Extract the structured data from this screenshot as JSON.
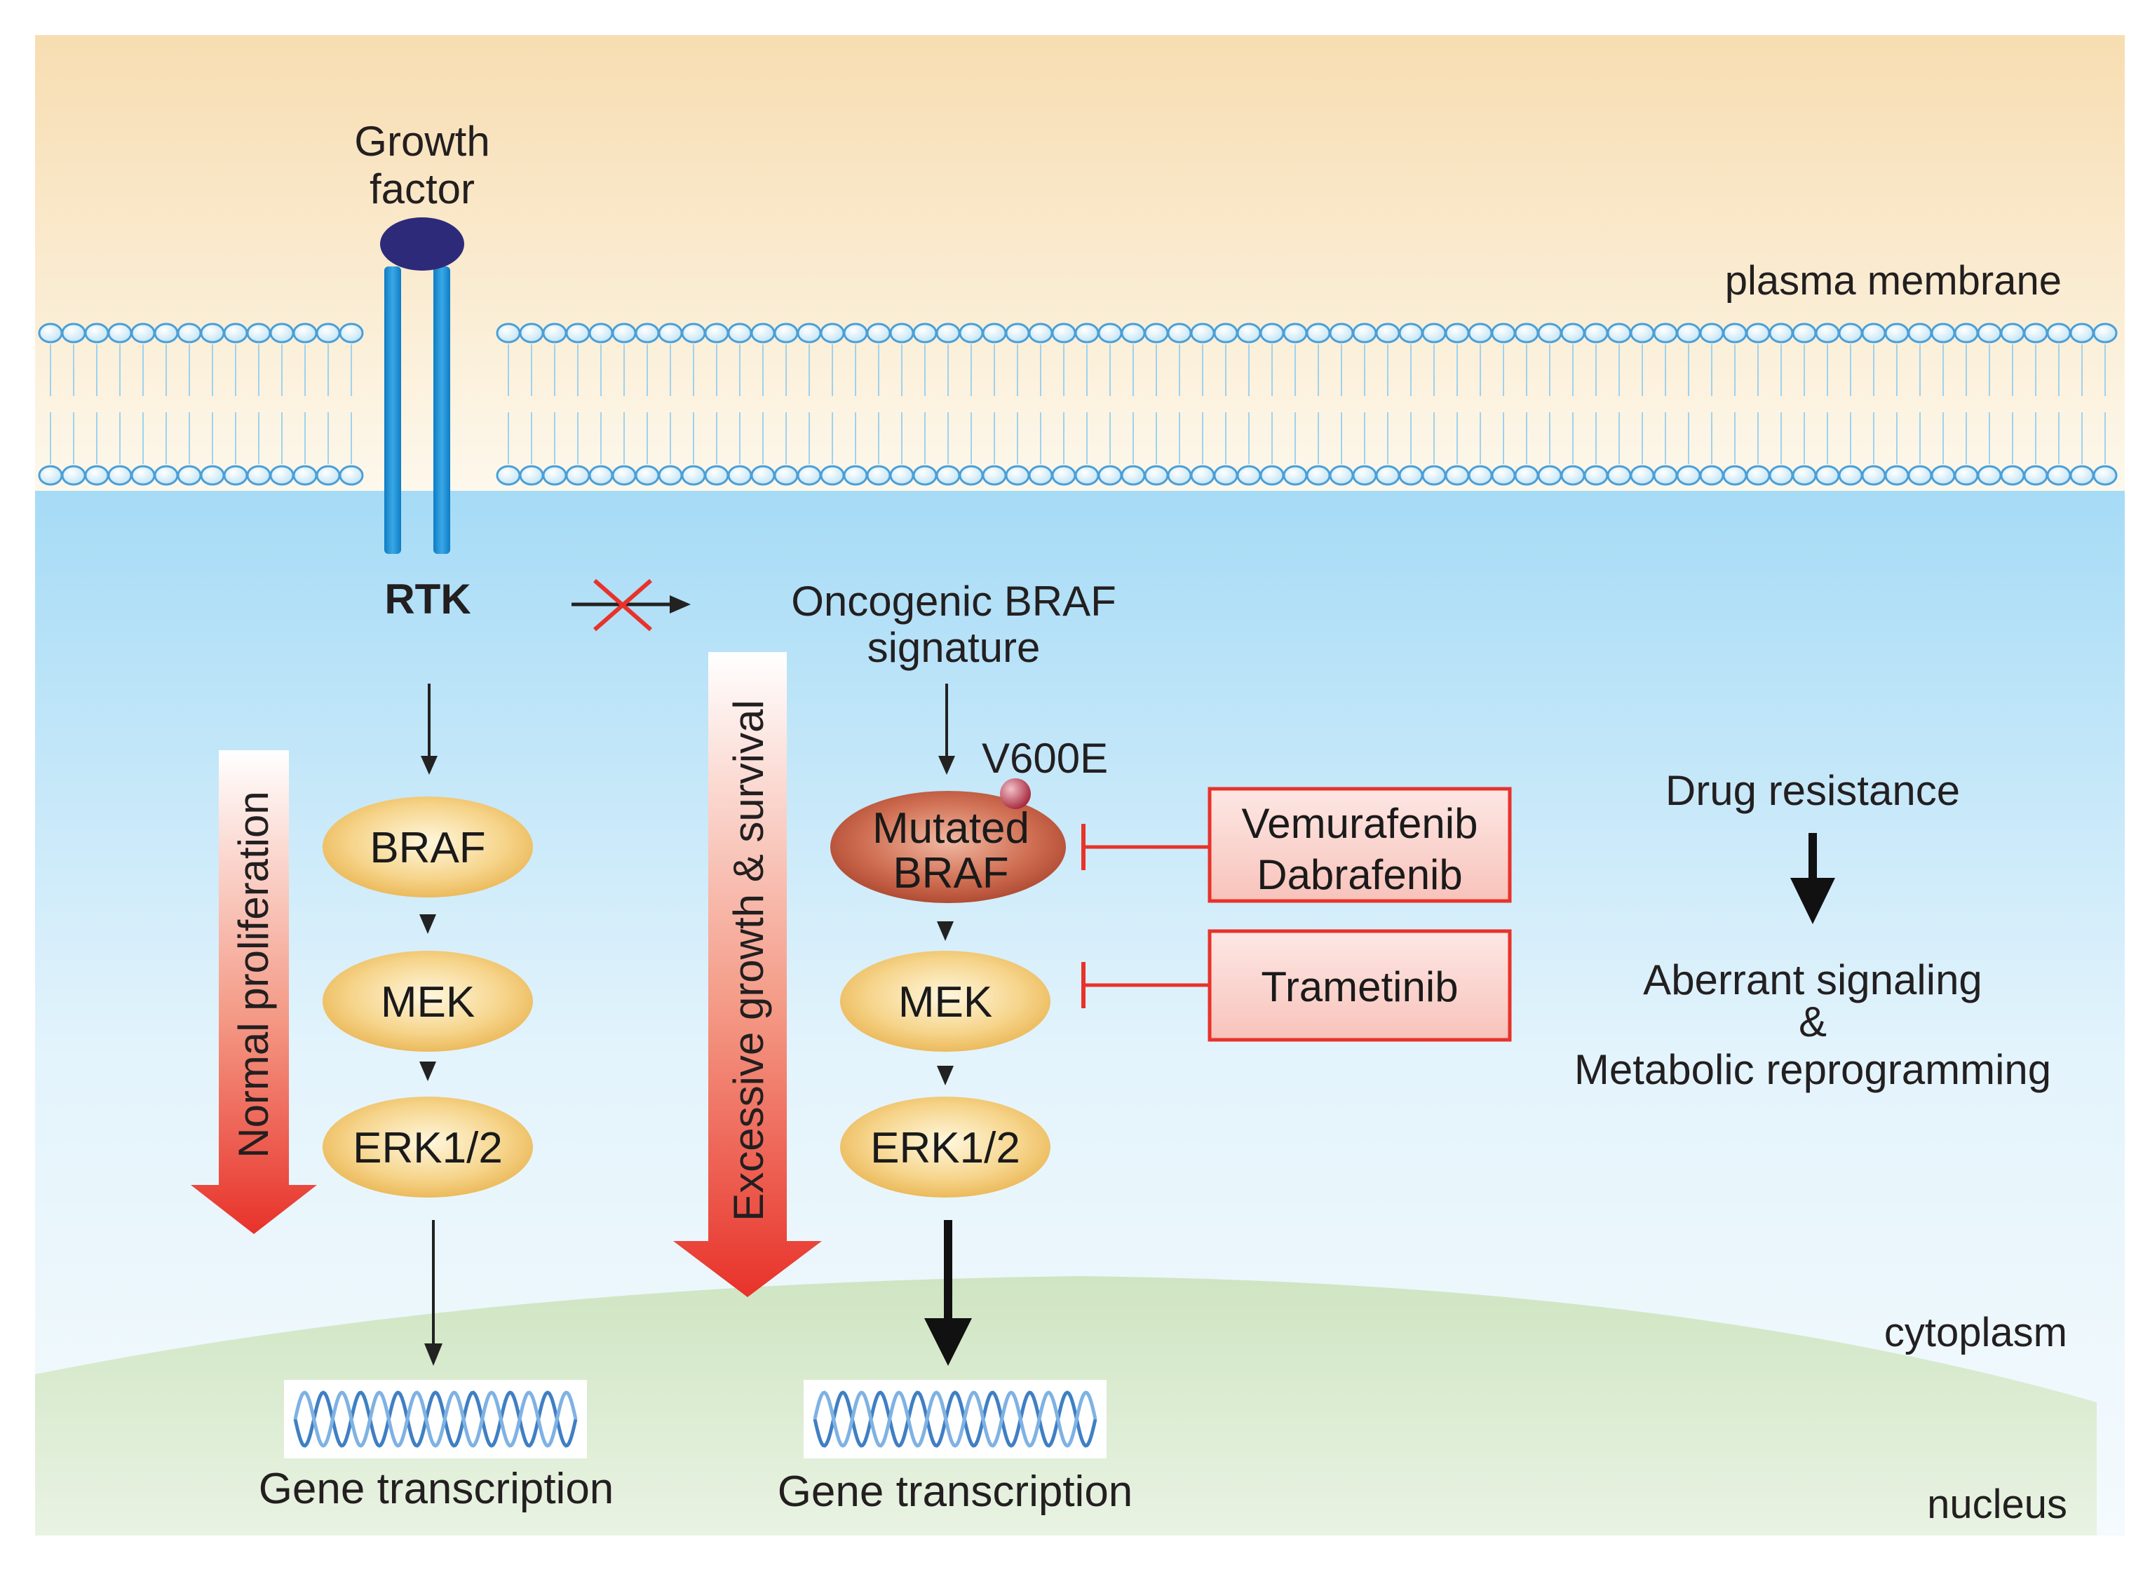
{
  "labels": {
    "growth_factor_line1": "Growth",
    "growth_factor_line2": "factor",
    "plasma_membrane": "plasma membrane",
    "rtk": "RTK",
    "oncogenic_line1": "Oncogenic BRAF",
    "oncogenic_line2": "signature",
    "v600e": "V600E",
    "cytoplasm": "cytoplasm",
    "nucleus": "nucleus",
    "gene_transcription_left": "Gene transcription",
    "gene_transcription_right": "Gene transcription",
    "drug_resistance": "Drug resistance",
    "aberrant_line1": "Aberrant signaling",
    "aberrant_line2": "&",
    "aberrant_line3": "Metabolic reprogramming"
  },
  "left_pathway": {
    "arrow_label": "Normal proliferation",
    "nodes": [
      "BRAF",
      "MEK",
      "ERK1/2"
    ]
  },
  "right_pathway": {
    "arrow_label": "Excessive growth & survival",
    "mutated_line1": "Mutated",
    "mutated_line2": "BRAF",
    "nodes": [
      "MEK",
      "ERK1/2"
    ]
  },
  "inhibitors": {
    "braf_drugs": [
      "Vemurafenib",
      "Dabrafenib"
    ],
    "mek_drug": "Trametinib"
  },
  "colors": {
    "membrane_blue": "#5aaee0",
    "receptor_blue": "#1b8fd6",
    "ligand_navy": "#2e2a7a",
    "node_gold": "#f2c76a",
    "mutated_red": "#c0583d",
    "inhibitor_red": "#e8322a",
    "cytoplasm_blue": "#a9dbf5",
    "nucleus_green": "#d4e7c8"
  }
}
